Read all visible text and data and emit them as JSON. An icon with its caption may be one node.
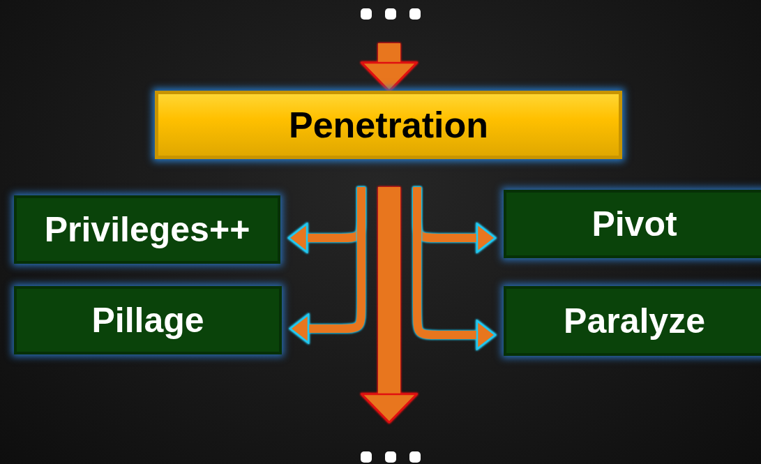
{
  "diagram": {
    "nodes": [
      {
        "text": [
          "Penetration"
        ]
      },
      {
        "text": [
          "Privileges++"
        ]
      },
      {
        "text": [
          "Pivot"
        ]
      },
      {
        "text": [
          "Pillage"
        ]
      },
      {
        "text": [
          "Paralyze"
        ]
      }
    ],
    "edges": [
      {
        "from": null,
        "to": 0,
        "arrow": "to",
        "style": "thick"
      },
      {
        "from": 0,
        "to": 1,
        "arrow": "to"
      },
      {
        "from": 0,
        "to": 2,
        "arrow": "to"
      },
      {
        "from": 0,
        "to": 3,
        "arrow": "to"
      },
      {
        "from": 0,
        "to": 4,
        "arrow": "to"
      },
      {
        "from": 0,
        "to": null,
        "arrow": "to",
        "style": "thick"
      }
    ]
  }
}
